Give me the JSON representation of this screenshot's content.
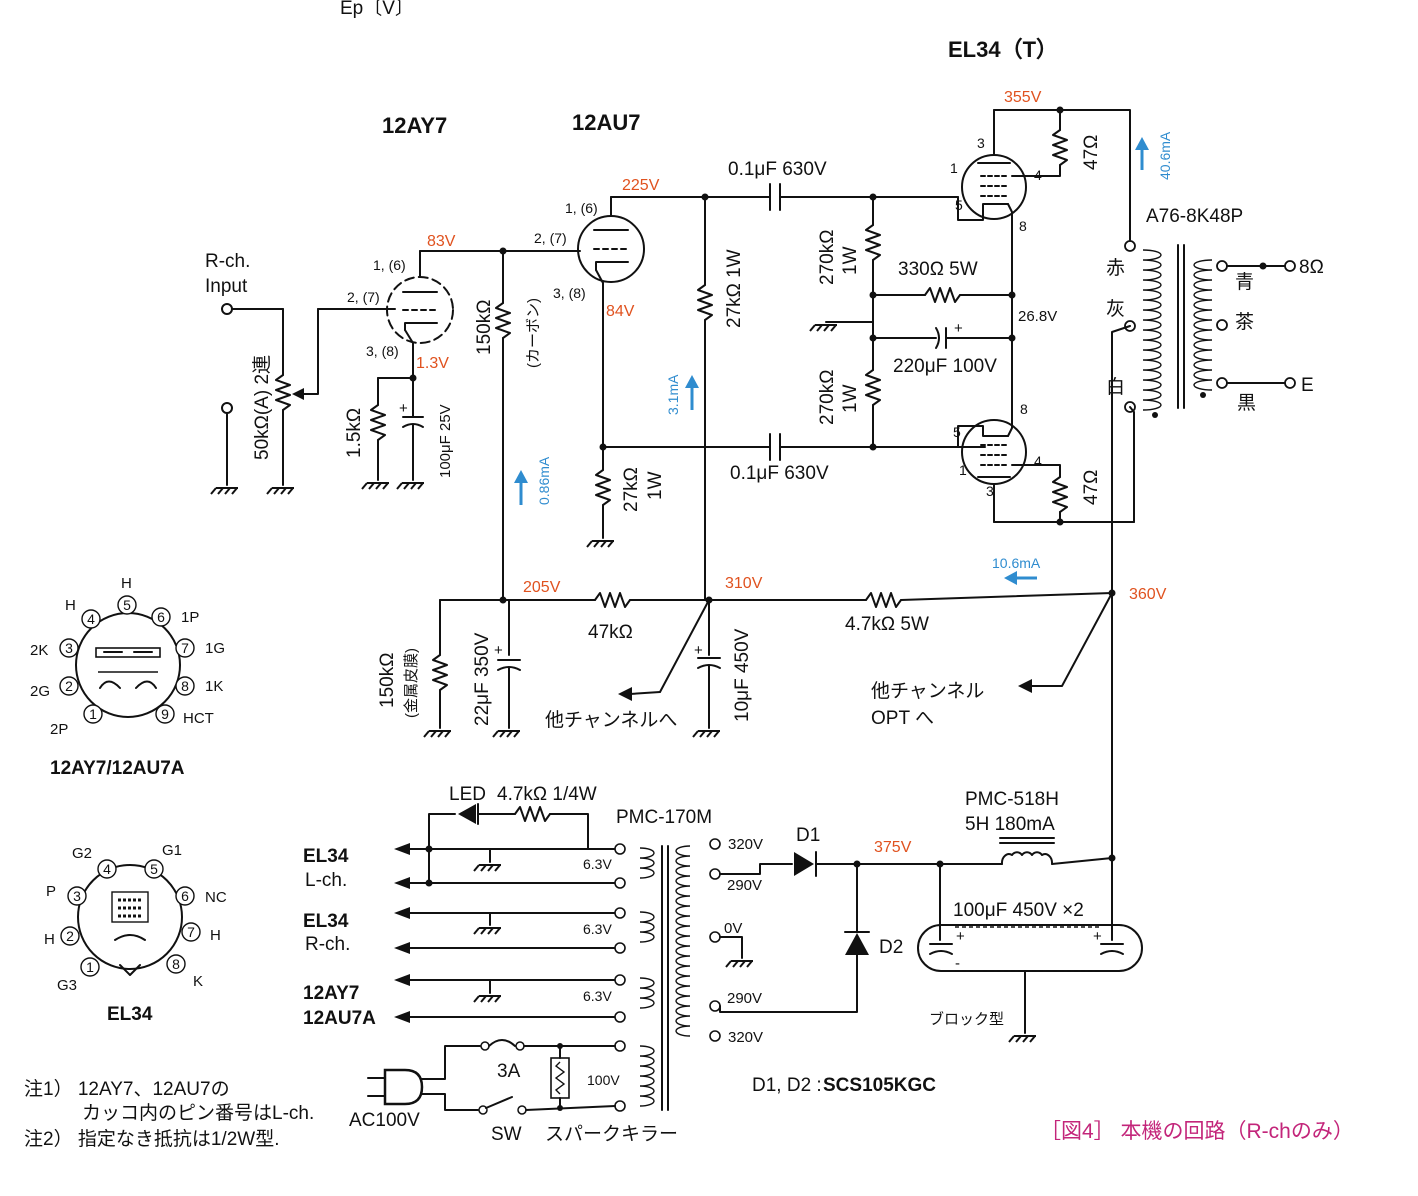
{
  "header": {
    "ep_axis": "Ep〔V〕"
  },
  "tubes": {
    "el34_title": "EL34（T）",
    "v1": "12AY7",
    "v2": "12AU7",
    "v1_pin_grid": "2, (7)",
    "v1_pin_plate": "1, (6)",
    "v1_pin_cathode": "3, (8)",
    "v2_pin_plate": "1, (6)",
    "v2_pin_grid": "2, (7)",
    "v2_pin_cathode": "3, (8)",
    "el34_pin_3": "3",
    "el34_pin_1": "1",
    "el34_pin_4": "4",
    "el34_pin_5": "5",
    "el34_pin_8": "8"
  },
  "input": {
    "label1": "R-ch.",
    "label2": "Input",
    "volume": "50kΩ(A) 2連"
  },
  "components": {
    "r_1k5": "1.5kΩ",
    "c_100u25": "100μF 25V",
    "r_150k_plate": "150kΩ",
    "carbon": "(カーボン)",
    "r_27k_1w_a": "27kΩ 1W",
    "r_27k_1w_b1": "27kΩ",
    "r_27k_1w_b2": "1W",
    "c_coupling_top": "0.1μF 630V",
    "c_coupling_bot": "0.1μF 630V",
    "r_270k_top1": "270kΩ",
    "r_270k_top2": "1W",
    "r_270k_bot1": "270kΩ",
    "r_270k_bot2": "1W",
    "r_330": "330Ω 5W",
    "c_220u": "220μF 100V",
    "r_47_top": "47Ω",
    "r_47_bot": "47Ω",
    "opt": "A76-8K48P",
    "tap_red": "赤",
    "tap_gray": "灰",
    "tap_white": "白",
    "tap_blue": "青",
    "tap_brown": "茶",
    "tap_black": "黒",
    "out_8": "8Ω",
    "out_e": "E",
    "r_150k_metal1": "150kΩ",
    "r_150k_metal2": "(金属皮膜)",
    "c_22u": "22μF 350V",
    "r_47k": "47kΩ",
    "c_10u": "10μF 450V",
    "r_4k7_5w": "4.7kΩ 5W",
    "other_ch": "他チャンネルへ",
    "other_opt1": "他チャンネル",
    "other_opt2": "OPT へ"
  },
  "voltages": {
    "v83": "83V",
    "v1_3": "1.3V",
    "v225": "225V",
    "v84": "84V",
    "v355": "355V",
    "v26_8": "26.8V",
    "v205": "205V",
    "v310": "310V",
    "v360": "360V",
    "v375": "375V"
  },
  "currents": {
    "i40_6": "40.6mA",
    "i3_1": "3.1mA",
    "i0_86": "0.86mA",
    "i10_6": "10.6mA"
  },
  "power": {
    "led": "LED",
    "led_r": "4.7kΩ 1/4W",
    "pt": "PMC-170M",
    "el34l_1": "EL34",
    "el34l_2": "L-ch.",
    "el34r_1": "EL34",
    "el34r_2": "R-ch.",
    "pre_1": "12AY7",
    "pre_2": "12AU7A",
    "h1": "6.3V",
    "h2": "6.3V",
    "h3": "6.3V",
    "t320a": "320V",
    "t290a": "290V",
    "t0": "0V",
    "t290b": "290V",
    "t320b": "320V",
    "d1": "D1",
    "d2": "D2",
    "diodes": "D1, D2 : ",
    "diode_part": "SCS105KGC",
    "choke1": "PMC-518H",
    "choke2": "5H 180mA",
    "cap_block": "100μF 450V ×2",
    "block": "ブロック型",
    "fuse": "3A",
    "sw": "SW",
    "spark": "スパークキラー",
    "v100": "100V",
    "ac": "AC100V"
  },
  "pinouts": {
    "a_title": "12AY7/12AU7A",
    "a_h_top": "H",
    "a_h_left": "H",
    "a_1p": "1P",
    "a_2k": "2K",
    "a_1g": "1G",
    "a_2g": "2G",
    "a_1k": "1K",
    "a_2p": "2P",
    "a_hct": "HCT",
    "b_title": "EL34",
    "b_g2": "G2",
    "b_g1": "G1",
    "b_p": "P",
    "b_nc": "NC",
    "b_h_l": "H",
    "b_h_r": "H",
    "b_g3": "G3",
    "b_k": "K"
  },
  "notes": {
    "n1a": "注1） 12AY7、12AU7の",
    "n1b": "カッコ内のピン番号はL-ch.",
    "n2": "注2） 指定なき抵抗は1/2W型."
  },
  "caption": "［図4］ 本機の回路（R-chのみ）",
  "colors": {
    "voltage": "#e0521f",
    "current": "#2f8ccf",
    "caption": "#c3257a"
  }
}
